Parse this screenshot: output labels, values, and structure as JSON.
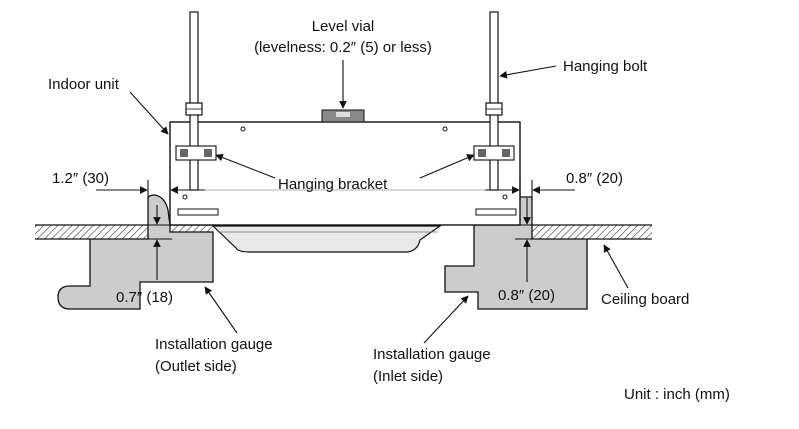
{
  "labels": {
    "level_vial": "Level vial",
    "levelness": "(levelness: 0.2″ (5) or less)",
    "hanging_bolt": "Hanging bolt",
    "indoor_unit": "Indoor unit",
    "hanging_bracket": "Hanging bracket",
    "dim_left_gap": "1.2″ (30)",
    "dim_right_gap": "0.8″ (20)",
    "dim_outlet_depth": "0.7″ (18)",
    "dim_inlet_depth": "0.8″ (20)",
    "ceiling_board": "Ceiling board",
    "gauge_outlet_line1": "Installation gauge",
    "gauge_outlet_line2": "(Outlet side)",
    "gauge_inlet_line1": "Installation gauge",
    "gauge_inlet_line2": "(Inlet side)",
    "unit": "Unit : inch (mm)"
  },
  "colors": {
    "line": "#111111",
    "gauge_fill": "#cccccc",
    "unit_fill": "#ffffff",
    "duct_fill": "#e8e8e8"
  }
}
